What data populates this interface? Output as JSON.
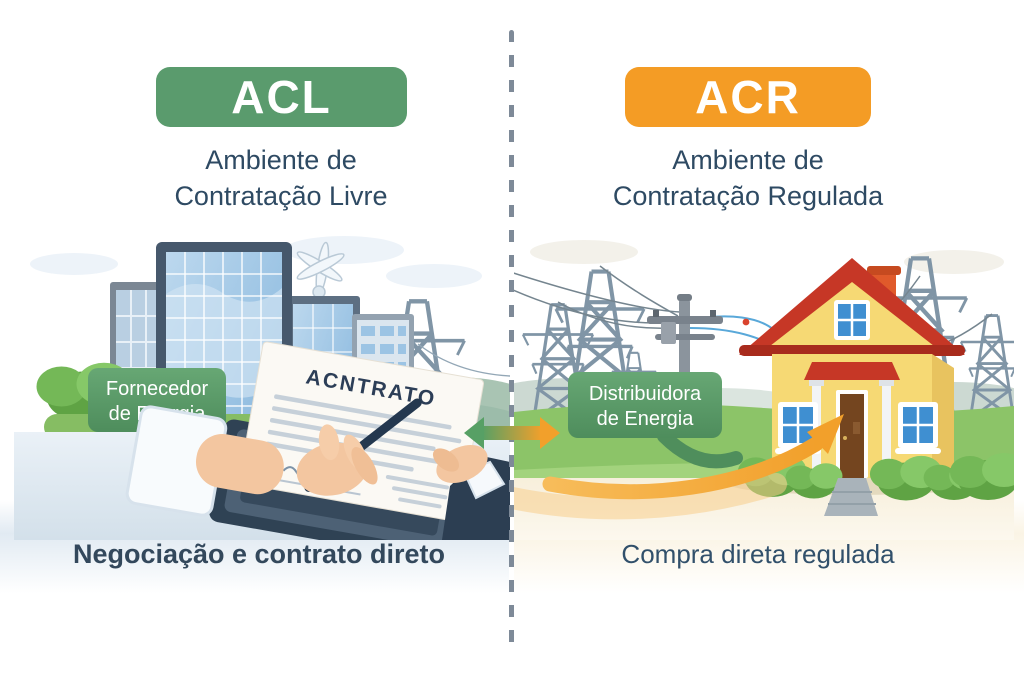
{
  "left_panel": {
    "badge_label": "ACL",
    "subtitle_line1": "Ambiente de",
    "subtitle_line2": "Contratação Livre",
    "supplier_label_line1": "Fornecedor",
    "supplier_label_line2": "de Energia",
    "contract_title": "ACNTRATO",
    "caption": "Negociação e contrato direto"
  },
  "right_panel": {
    "badge_label": "ACR",
    "subtitle_line1": "Ambiente de",
    "subtitle_line2": "Contratação Regulada",
    "distributor_label_line1": "Distribuidora",
    "distributor_label_line2": "de Energia",
    "caption": "Compra direta regulada"
  },
  "colors": {
    "acl_green": "#5a9b6d",
    "acr_orange": "#f49c25",
    "label_green_dark": "#4e8d5c",
    "label_green_light": "#67a774",
    "arrow_green": "#57a065",
    "arrow_orange": "#f2a02b",
    "heading_text": "#2e4a63",
    "caption_text": "#33485c",
    "divider_gray": "#7e8a98"
  }
}
